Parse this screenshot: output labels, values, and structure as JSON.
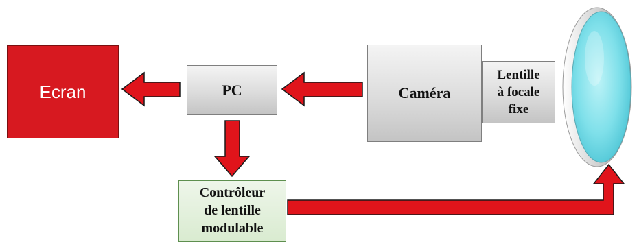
{
  "nodes": {
    "ecran": "Ecran",
    "pc": "PC",
    "camera": "Caméra",
    "lens": [
      "Lentille",
      "à focale",
      "fixe"
    ],
    "controller": [
      "Contrôleur",
      "de lentille",
      "modulable"
    ]
  },
  "colors": {
    "arrow_fill": "#e0141b",
    "arrow_stroke": "#1a1a1a",
    "ecran_fill": "#d71920",
    "controller_fill": "#d9ebd0",
    "lens_glass": "#7fe0ea"
  }
}
